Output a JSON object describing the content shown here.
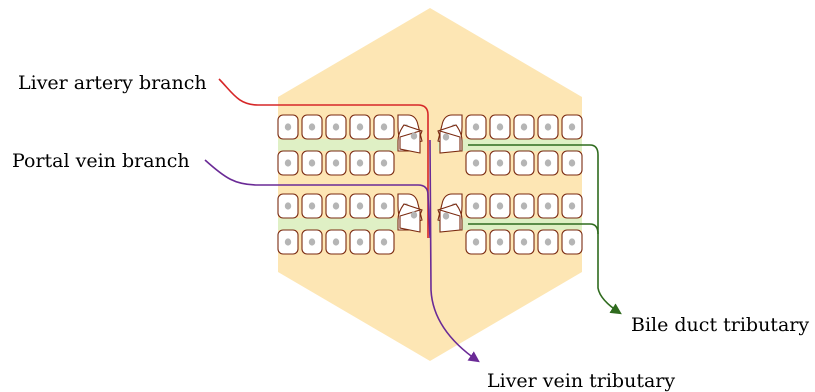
{
  "labels": {
    "liver_artery": "Liver artery branch",
    "portal_vein": "Portal vein branch",
    "bile_duct": "Bile duct tributary",
    "liver_vein": "Liver vein tributary"
  },
  "colors": {
    "lobule_fill": "#fde6b4",
    "sinusoid_fill": "#dff0c5",
    "cell_outline": "#7a2a10",
    "nucleus": "#b5b5b5",
    "artery_line": "#d62728",
    "portal_vein_line": "#6a2a96",
    "bile_duct_line": "#2f6b1e",
    "liver_vein_line": "#6a2a96"
  }
}
